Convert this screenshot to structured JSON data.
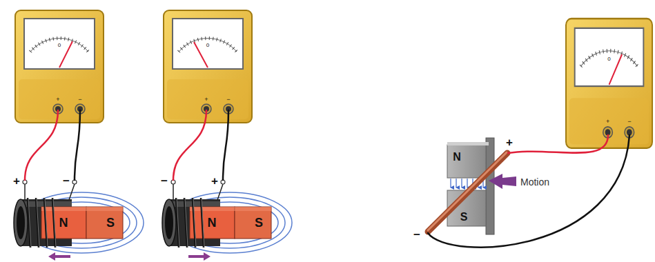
{
  "diagram": {
    "nodes": [
      {
        "text": [
          "0",
          "+",
          "−"
        ]
      },
      {
        "text": [
          "N",
          "S"
        ]
      },
      {
        "text": [
          "0",
          "+",
          "−"
        ]
      },
      {
        "text": [
          "N",
          "S"
        ]
      },
      {
        "text": [
          "N"
        ]
      },
      {
        "text": [
          "S"
        ]
      },
      {
        "text": [
          "0",
          "+",
          "−"
        ]
      }
    ],
    "labels": [
      "+",
      "−",
      "−",
      "+",
      "+",
      "−",
      "Motion"
    ]
  }
}
